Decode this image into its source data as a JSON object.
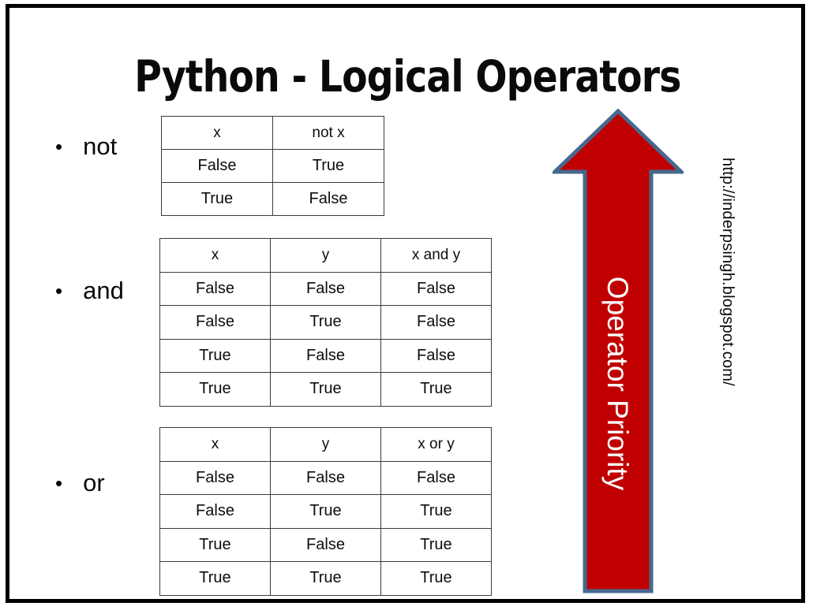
{
  "slide": {
    "title": "Python - Logical Operators",
    "bullet_char": "•",
    "border_color": "#000000",
    "background": "#ffffff"
  },
  "bullets": [
    {
      "label": "not"
    },
    {
      "label": "and"
    },
    {
      "label": "or"
    }
  ],
  "tables": {
    "not": {
      "operator": "not",
      "headers": [
        "x",
        "not x"
      ],
      "rows": [
        [
          "False",
          "True"
        ],
        [
          "True",
          "False"
        ]
      ]
    },
    "and": {
      "operator": "and",
      "headers": [
        "x",
        "y",
        "x and y"
      ],
      "rows": [
        [
          "False",
          "False",
          "False"
        ],
        [
          "False",
          "True",
          "False"
        ],
        [
          "True",
          "False",
          "False"
        ],
        [
          "True",
          "True",
          "True"
        ]
      ]
    },
    "or": {
      "operator": "or",
      "headers": [
        "x",
        "y",
        "x or y"
      ],
      "rows": [
        [
          "False",
          "False",
          "False"
        ],
        [
          "False",
          "True",
          "True"
        ],
        [
          "True",
          "False",
          "True"
        ],
        [
          "True",
          "True",
          "True"
        ]
      ]
    }
  },
  "arrow": {
    "label": "Operator Priority",
    "direction": "up",
    "fill_color": "#C00000",
    "outline_color": "#46688E",
    "text_color": "#FFFFFF"
  },
  "watermark": {
    "url": "http://inderpsingh.blogspot.com/"
  }
}
